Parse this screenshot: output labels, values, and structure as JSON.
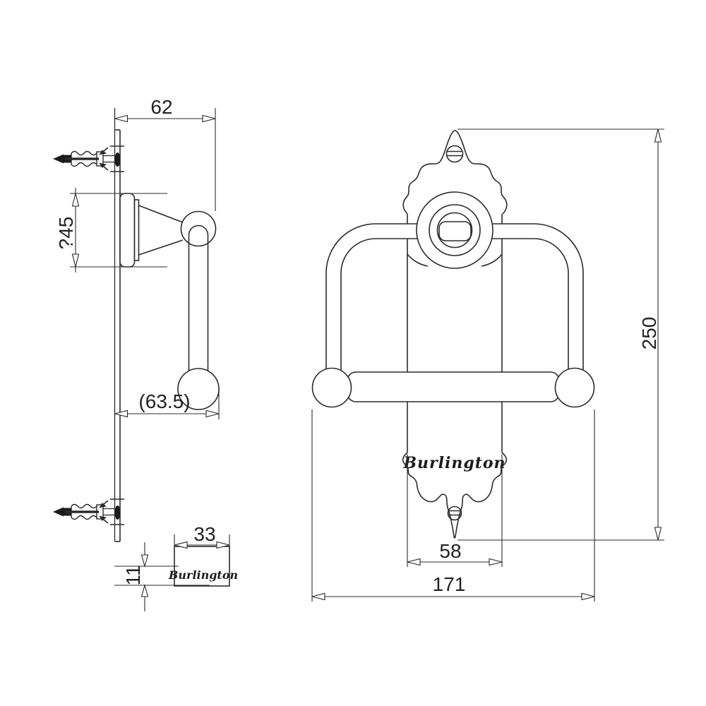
{
  "canvas": {
    "background": "#ffffff",
    "line_color": "#2b2b2b"
  },
  "side_view": {
    "dim_wall_to_bracket": "62",
    "dim_bell_diameter": "?45",
    "dim_wall_to_ball": "(63.5)",
    "nameplate_width": "33",
    "nameplate_height": "11",
    "nameplate_brand": "Burlington"
  },
  "front_view": {
    "backplate_brand": "Burlington",
    "dim_backplate_width": "58",
    "dim_overall_width": "171",
    "dim_overall_height": "250"
  }
}
